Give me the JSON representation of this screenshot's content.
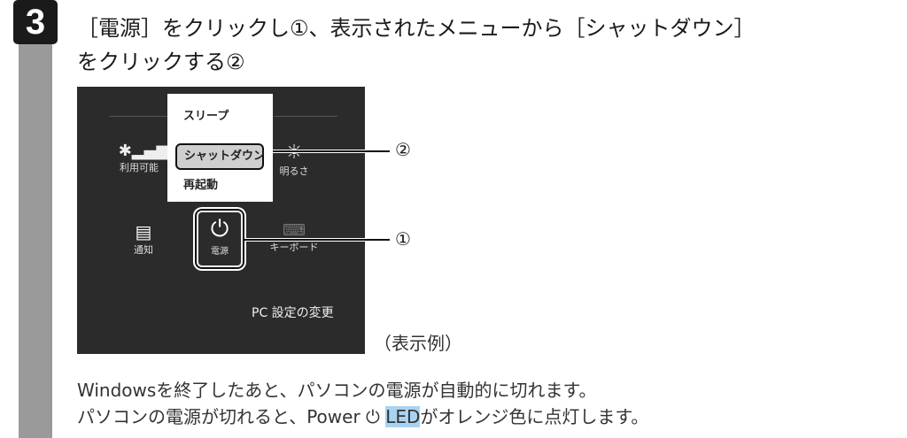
{
  "step": {
    "number": "3",
    "title_line1": "［電源］をクリックし①、表示されたメニューから［シャットダウン］",
    "title_line2": "をクリックする②"
  },
  "screenshot": {
    "menu": [
      "スリープ",
      "シャットダウン",
      "再起動"
    ],
    "tiles": {
      "network": "利用可能",
      "brightness": "明るさ",
      "notifications": "通知",
      "power": "電源",
      "keyboard": "キーボード"
    },
    "settings_link": "PC 設定の変更"
  },
  "callouts": {
    "one": "①",
    "two": "②"
  },
  "caption": "（表示例）",
  "body": {
    "line1": "Windowsを終了したあと、パソコンの電源が自動的に切れます。",
    "line2_pre": "パソコンの電源が切れると、Power",
    "line2_led": "LED",
    "line2_post": "がオレンジ色に点灯します。"
  }
}
